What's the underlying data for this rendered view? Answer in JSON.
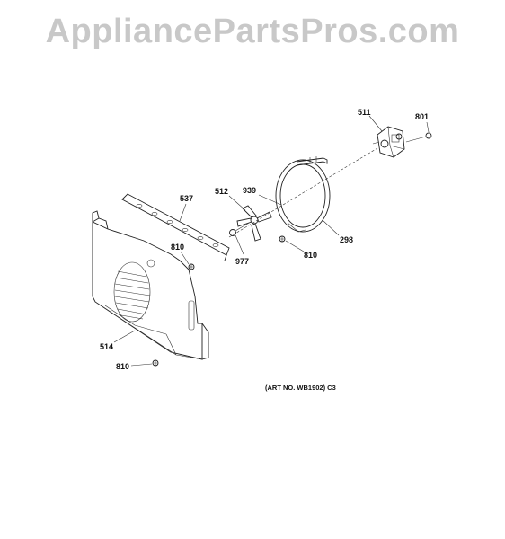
{
  "watermark": "AppliancePartsPros.com",
  "art_number": "(ART NO. WB1902) C3",
  "callouts": {
    "p511": "511",
    "p801": "801",
    "p537": "537",
    "p512": "512",
    "p939": "939",
    "p298": "298",
    "p810_bracket": "810",
    "p977": "977",
    "p810_ring": "810",
    "p514": "514",
    "p810_bottom": "810"
  }
}
